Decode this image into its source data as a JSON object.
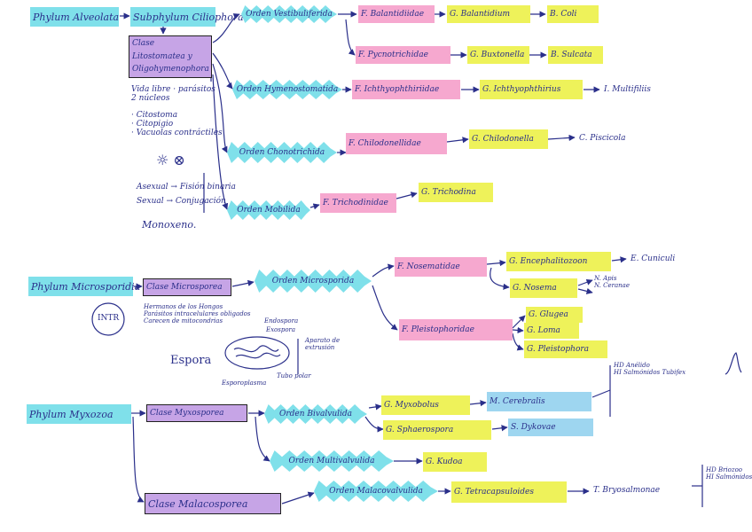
{
  "colors": {
    "ink": "#2a2f8a",
    "cyan": "#7fe0ea",
    "pink": "#f6a8cf",
    "yellow": "#eef25a",
    "lightblue": "#9ed6f0",
    "purple": "#c6a4e6"
  },
  "alveolata": {
    "phylum": "Phylum Alveolata",
    "subphylum": "Subphylum Ciliophora",
    "clase": "Clase Litostomatea y Oligohymenophora",
    "notes": [
      "Vida libre · parásitos",
      "2 núcleos",
      "· Citostoma",
      "· Citopigio",
      "· Vacuolas contráctiles",
      "Asexual → Fisión binaria",
      "Sexual → Conjugación",
      "Monoxeno."
    ],
    "branches": [
      {
        "orden": "Orden Vestibuliferida",
        "familia": "F. Balantidiidae",
        "genero": "G. Balantidium",
        "especie": "B. Coli"
      },
      {
        "orden": "",
        "familia": "F. Pycnotrichidae",
        "genero": "G. Buxtonella",
        "especie": "B. Sulcata"
      },
      {
        "orden": "Orden Hymenostomatida",
        "familia": "F. Ichthyophthiriidae",
        "genero": "G. Ichthyophthirius",
        "especie": "I. Multifiliis"
      },
      {
        "orden": "Orden Chonotrichida",
        "familia": "F. Chilodonellidae",
        "genero": "G. Chilodonella",
        "especie": "C. Piscicola"
      },
      {
        "orden": "Orden Mobilida",
        "familia": "F. Trichodinidae",
        "genero": "G. Trichodina",
        "especie": ""
      }
    ]
  },
  "microsporidia": {
    "phylum": "Phylum Microsporidia",
    "clase": "Clase Microsporea",
    "notes": [
      "Hermanos de los Hongos",
      "Parásitos intracelulares obligados",
      "Carecen de mitocondrias"
    ],
    "circle": "INTR",
    "orden": "Orden Microsporida",
    "spore": {
      "label": "Espora",
      "parts": [
        "Endospora",
        "Exospora",
        "Aparato de extrusión",
        "Esporoplasma",
        "Tubo polar"
      ]
    },
    "fam1": {
      "familia": "F. Nosematidae",
      "generos": [
        "G. Encephalitozoon",
        "G. Nosema"
      ],
      "especies_g1": [
        "E. Cuniculi"
      ],
      "especies_g2": [
        "N. Apis",
        "N. Ceranae"
      ]
    },
    "fam2": {
      "familia": "F. Pleistophoridae",
      "generos": [
        "G. Glugea",
        "G. Loma",
        "G. Pleistophora"
      ]
    }
  },
  "myxozoa": {
    "phylum": "Phylum Myxozoa",
    "clase1": "Clase Myxosporea",
    "clase2": "Clase Malacosporea",
    "orden1": "Orden Bivalvulida",
    "orden2": "Orden Multivalvulida",
    "orden3": "Orden Malacovalvulida",
    "g1": "G. Myxobolus",
    "sp1": "M. Cerebralis",
    "g2": "G. Sphaerospora",
    "sp2": "S. Dykovae",
    "g3": "G. Kudoa",
    "g4": "G. Tetracapsuloides",
    "sp4": "T. Bryosalmonae",
    "hosts1": [
      "HD Anélido",
      "HI Salmónidos"
    ],
    "hosts1_extra": "Tubifex",
    "hosts2": [
      "HD Briozoo",
      "HI Salmónidos"
    ]
  }
}
